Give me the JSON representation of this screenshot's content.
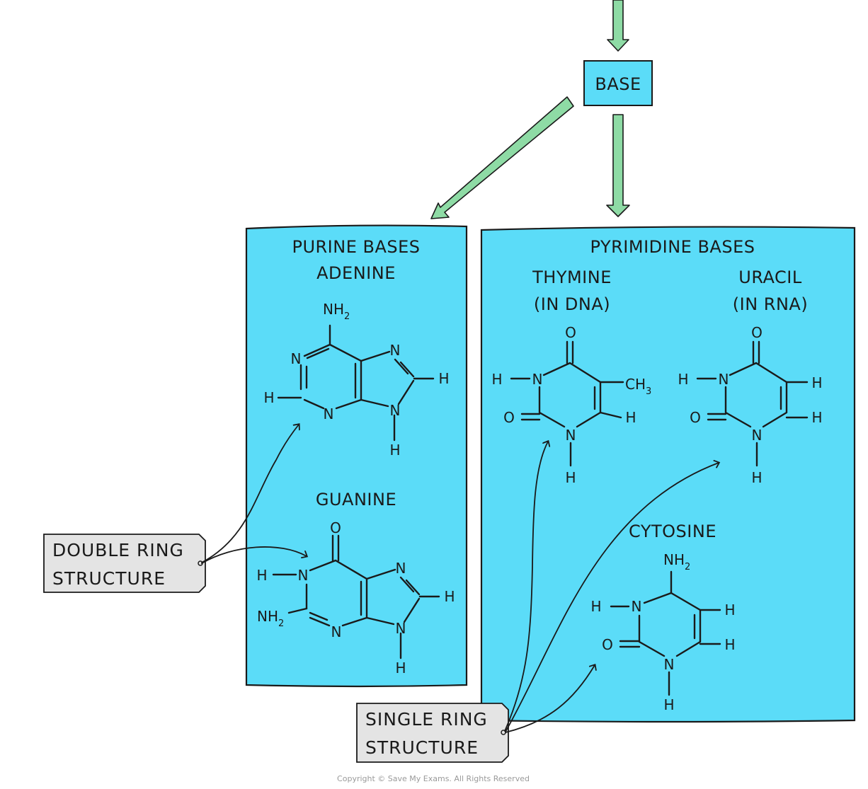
{
  "base_label": "BASE",
  "purine": {
    "title": "PURINE BASES",
    "adenine": {
      "name": "ADENINE",
      "atoms": {
        "nh": "NH",
        "nh_sub": "2",
        "n1": "N",
        "n3": "N",
        "n7": "N",
        "n9": "N",
        "h2": "H",
        "h8": "H",
        "h9": "H"
      }
    },
    "guanine": {
      "name": "GUANINE",
      "atoms": {
        "o": "O",
        "hn1": "H",
        "n1": "N",
        "nh": "NH",
        "nh_sub": "2",
        "n3": "N",
        "n7": "N",
        "n9": "N",
        "h8": "H",
        "h9": "H"
      }
    }
  },
  "pyrimidine": {
    "title": "PYRIMIDINE  BASES",
    "thymine": {
      "name": "THYMINE",
      "note": "(IN DNA)",
      "atoms": {
        "o4": "O",
        "hn3": "H",
        "n3": "N",
        "ch": "CH",
        "ch_sub": "3",
        "o2": "O",
        "h6": "H",
        "n1": "N",
        "h1": "H"
      }
    },
    "uracil": {
      "name": "URACIL",
      "note": "(IN RNA)",
      "atoms": {
        "o4": "O",
        "hn3": "H",
        "n3": "N",
        "h5": "H",
        "o2": "O",
        "h6": "H",
        "n1": "N",
        "h1": "H"
      }
    },
    "cytosine": {
      "name": "CYTOSINE",
      "atoms": {
        "nh": "NH",
        "nh_sub": "2",
        "hn3": "H",
        "n3": "N",
        "h5": "H",
        "o2": "O",
        "h6": "H",
        "n1": "N",
        "h1": "H"
      }
    }
  },
  "labels": {
    "double_ring": [
      "DOUBLE  RING",
      "STRUCTURE"
    ],
    "single_ring": [
      "SINGLE  RING",
      "STRUCTURE"
    ]
  },
  "copyright": "Copyright © Save My Exams. All Rights Reserved",
  "colors": {
    "panel": "#5bdcf8",
    "arrow": "#8edba5",
    "tag": "#e4e4e4"
  }
}
